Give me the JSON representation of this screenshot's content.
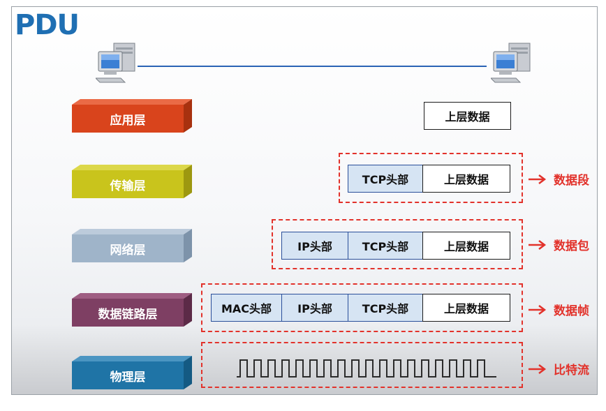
{
  "title": "PDU",
  "colors": {
    "title": "#1f6fb3",
    "dashed_border": "#e2322b",
    "pdu_label": "#e2322b",
    "header_cell_fill": "#d6e4f3",
    "link_line": "#2a63b5"
  },
  "icons": {
    "left_computer": "desktop-computer-icon",
    "right_computer": "desktop-computer-icon",
    "arrow": "right-arrow-icon"
  },
  "layers": [
    {
      "label": "应用层",
      "front": "#d9441c",
      "top": "#ea6a46",
      "side": "#a8310f"
    },
    {
      "label": "传输层",
      "front": "#c9c41c",
      "top": "#dcd84a",
      "side": "#9d9810"
    },
    {
      "label": "网络层",
      "front": "#9fb4c9",
      "top": "#bccbdb",
      "side": "#7d93aa"
    },
    {
      "label": "数据链路层",
      "front": "#7e3f63",
      "top": "#9e5d82",
      "side": "#5c2a47"
    },
    {
      "label": "物理层",
      "front": "#1f74a6",
      "top": "#4b95c2",
      "side": "#145a83"
    }
  ],
  "units": {
    "app": {
      "data": "上层数据"
    },
    "transport": {
      "tcp": "TCP头部",
      "data": "上层数据",
      "pdu": "数据段"
    },
    "network": {
      "ip": "IP头部",
      "tcp": "TCP头部",
      "data": "上层数据",
      "pdu": "数据包"
    },
    "datalink": {
      "mac": "MAC头部",
      "ip": "IP头部",
      "tcp": "TCP头部",
      "data": "上层数据",
      "pdu": "数据帧"
    },
    "physical": {
      "pdu": "比特流"
    }
  }
}
